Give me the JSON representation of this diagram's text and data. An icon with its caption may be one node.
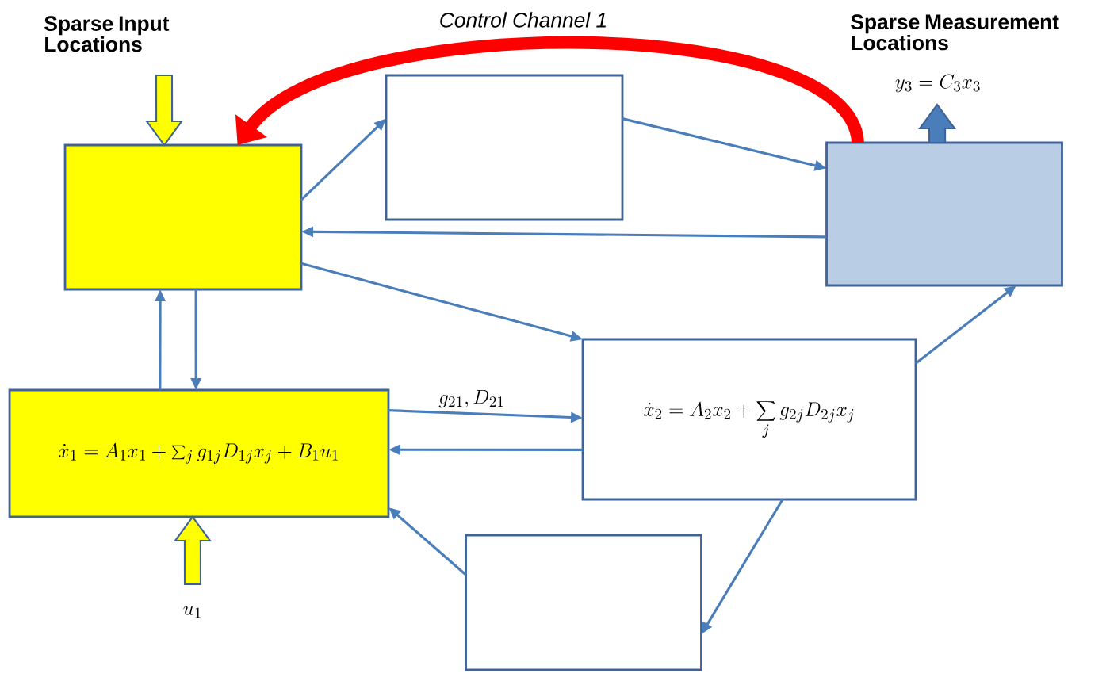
{
  "diagram": {
    "nodes": [
      {
        "text": [],
        "shape": "box"
      },
      {
        "text": [],
        "shape": "box"
      },
      {
        "text": [],
        "shape": "box"
      },
      {
        "text": [
          "\\dot{x}_1 = A_1 x_1 + \\sum_j g_{1j} D_{1j} x_j + B_1 u_1"
        ]
      },
      {
        "text": [
          "\\dot{x}_2 = A_2 x_2 + \\sum_j g_{2j} D_{2j} x_j"
        ]
      },
      {
        "text": [],
        "shape": "box"
      }
    ],
    "edges": [
      {
        "from": 0,
        "to": 1,
        "arrow": "to"
      },
      {
        "from": 1,
        "to": 2,
        "arrow": "to"
      },
      {
        "from": 2,
        "to": 0,
        "arrow": "to"
      },
      {
        "from": 0,
        "to": 4,
        "arrow": "to"
      },
      {
        "from": 3,
        "to": 0,
        "arrow": "to"
      },
      {
        "from": 0,
        "to": 3,
        "arrow": "to"
      },
      {
        "from": 3,
        "to": 4,
        "arrow": "to",
        "label": "g_{21}, D_{21}"
      },
      {
        "from": 4,
        "to": 3,
        "arrow": "to"
      },
      {
        "from": 4,
        "to": 2,
        "arrow": "to"
      },
      {
        "from": 4,
        "to": 5,
        "arrow": "to"
      },
      {
        "from": 5,
        "to": 3,
        "arrow": "to"
      },
      {
        "from": 2,
        "to": 0,
        "arrow": "to",
        "label": "Control Channel 1",
        "style": "thick",
        "color": "#ff0000"
      },
      {
        "from": null,
        "to": 0,
        "arrow": "to",
        "style": "thick",
        "color": "#ffff00"
      },
      {
        "from": null,
        "to": 3,
        "arrow": "to",
        "style": "thick",
        "color": "#ffff00"
      },
      {
        "from": 2,
        "to": null,
        "arrow": "to",
        "style": "thick"
      }
    ],
    "labels": [
      "Sparse Input Locations",
      "Sparse Measurement Locations",
      "y_3 = C_3 x_3",
      "u_1"
    ]
  }
}
